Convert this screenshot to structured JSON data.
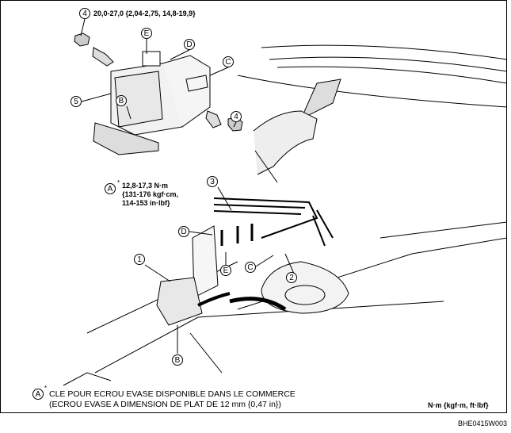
{
  "torque_nut": "20,0-27,0 {2,04-2,75, 14,8-19,9}",
  "torque_flare": [
    "12,8-17,3 N·m",
    "{131-176 kgf·cm,",
    "114-153 in·lbf}"
  ],
  "callouts": {
    "top_4": "4",
    "top_E": "E",
    "top_D": "D",
    "top_C": "C",
    "right_4": "4",
    "five": "5",
    "top_B": "B",
    "A": "A",
    "three": "3",
    "low_D": "D",
    "low_C": "C",
    "low_E": "E",
    "two": "2",
    "one": "1",
    "low_B": "B",
    "note_A": "A"
  },
  "star": "*",
  "note": [
    "CLE POUR ECROU EVASE DISPONIBLE DANS LE COMMERCE",
    "(ECROU EVASE A DIMENSION DE PLAT DE 12 mm {0,47 in})"
  ],
  "units": "N·m {kgf·m, ft·lbf}",
  "figure_code": "BHE0415W003"
}
